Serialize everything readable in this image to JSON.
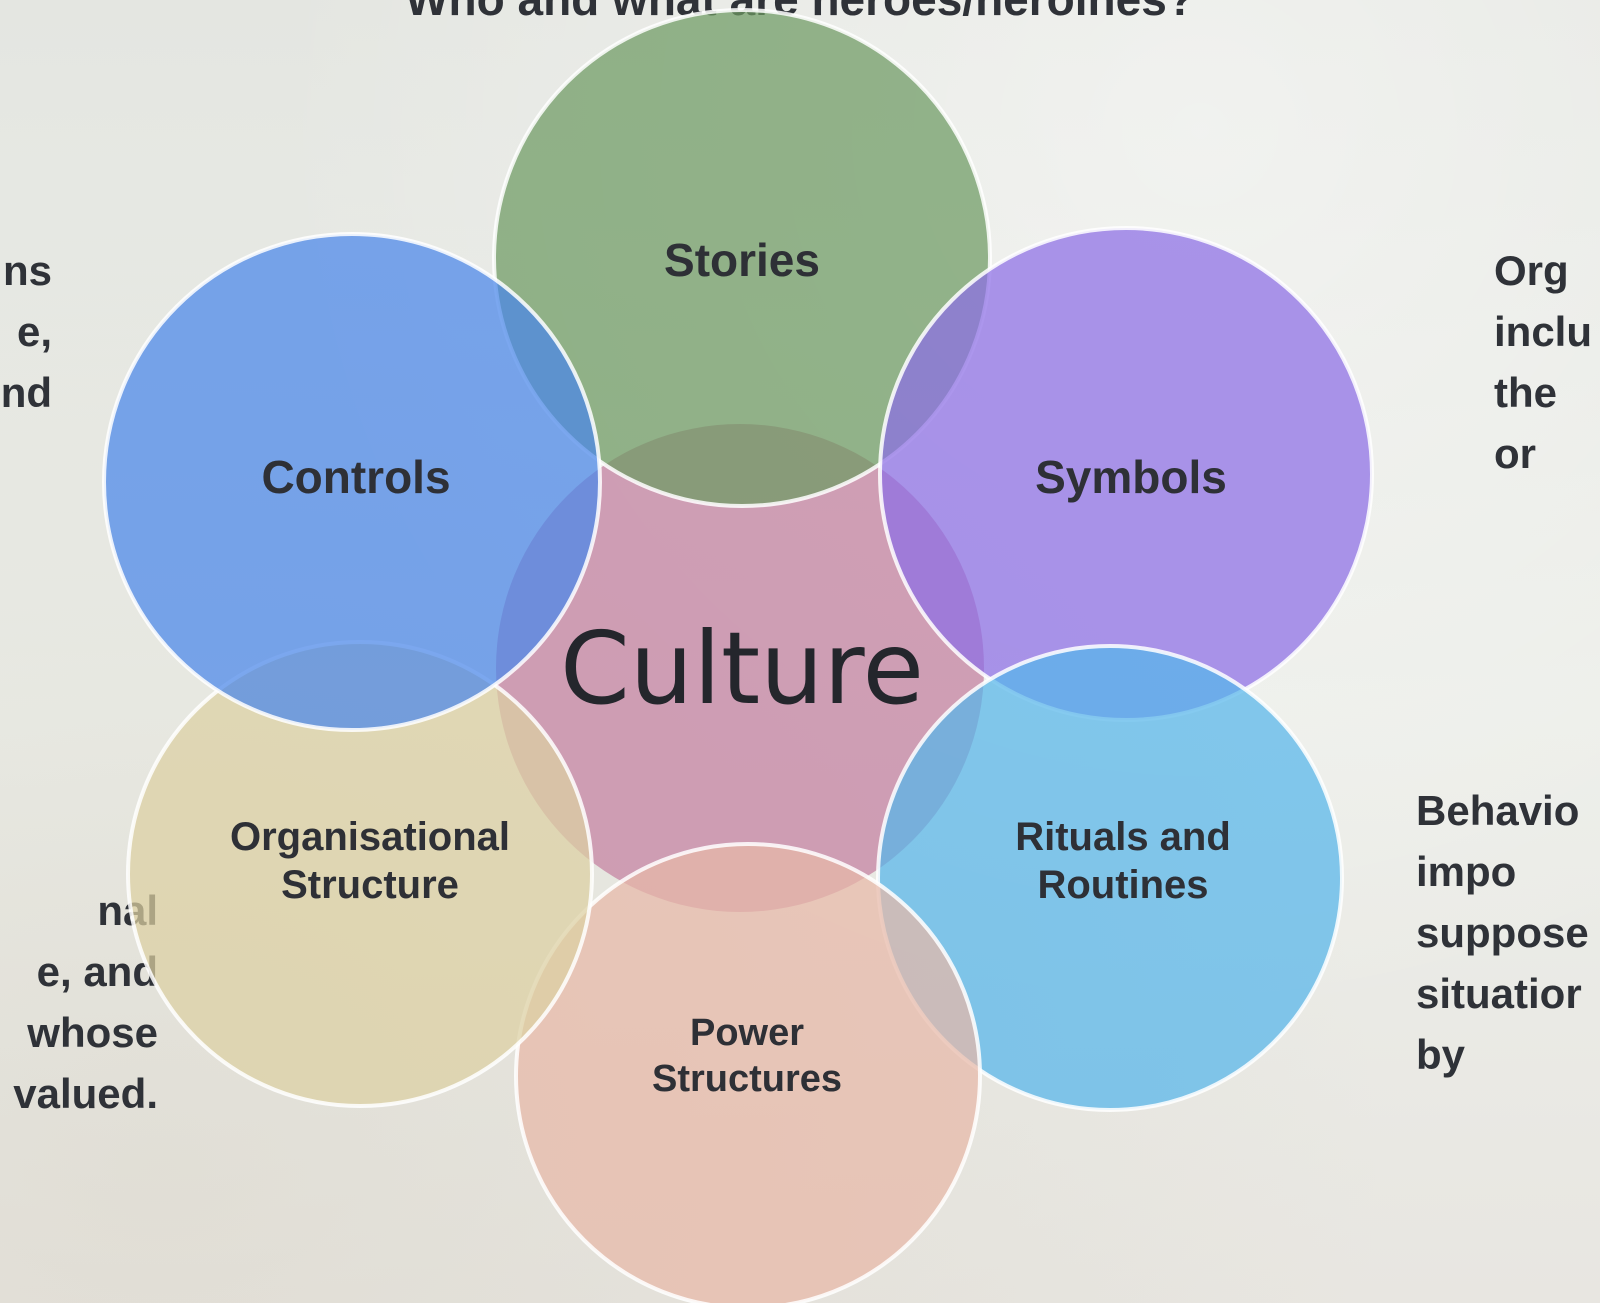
{
  "top_heading": "Who and what are heroes/heroines?",
  "center": {
    "label": "Culture",
    "color": "#c98faa"
  },
  "elements": [
    {
      "id": "stories",
      "lines": [
        "Stories"
      ],
      "color": "#6d9a63"
    },
    {
      "id": "symbols",
      "lines": [
        "Symbols"
      ],
      "color": "#8c6ee6"
    },
    {
      "id": "rituals",
      "lines": [
        "Rituals and",
        "Routines"
      ],
      "color": "#56b6ea"
    },
    {
      "id": "power",
      "lines": [
        "Power",
        "Structures"
      ],
      "color": "#e8b8a8"
    },
    {
      "id": "organisational",
      "lines": [
        "Organisational",
        "Structure"
      ],
      "color": "#dcd0a2"
    },
    {
      "id": "controls",
      "lines": [
        "Controls"
      ],
      "color": "#4a86ea"
    }
  ],
  "side_text": {
    "left_top": [
      "ns",
      "e,",
      "nd"
    ],
    "left_bottom": [
      "nal",
      "e, and",
      "whose",
      "valued."
    ],
    "right_top": [
      "Org",
      "inclu",
      "the",
      "or"
    ],
    "right_bottom": [
      "Behavio",
      "impo",
      "suppose",
      "situatior",
      "by"
    ]
  }
}
